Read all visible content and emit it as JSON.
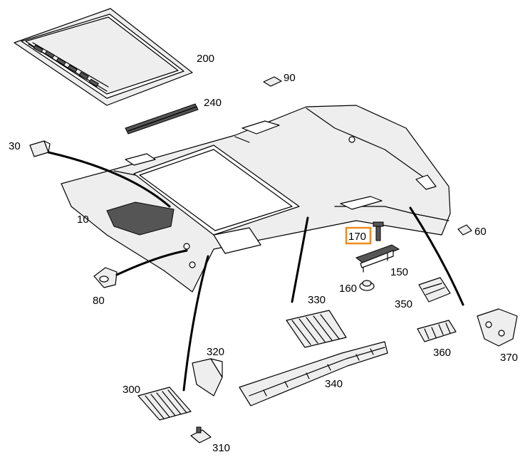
{
  "parts": [
    {
      "number": "200"
    },
    {
      "number": "240"
    },
    {
      "number": "90"
    },
    {
      "number": "30"
    },
    {
      "number": "10"
    },
    {
      "number": "170",
      "highlighted": true
    },
    {
      "number": "60"
    },
    {
      "number": "150"
    },
    {
      "number": "160"
    },
    {
      "number": "80"
    },
    {
      "number": "330"
    },
    {
      "number": "350"
    },
    {
      "number": "320"
    },
    {
      "number": "360"
    },
    {
      "number": "370"
    },
    {
      "number": "340"
    },
    {
      "number": "300"
    },
    {
      "number": "310"
    }
  ],
  "colors": {
    "highlight": "#f08a1c",
    "line": "#000000",
    "part_fill": "#eeeeee"
  }
}
